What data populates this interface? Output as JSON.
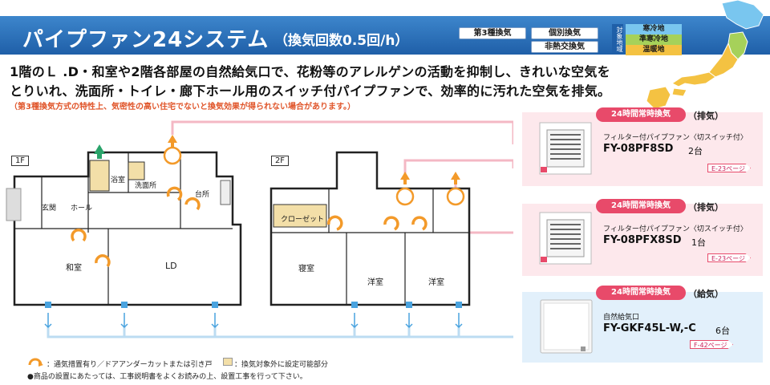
{
  "header": {
    "title": "パイプファン24システム",
    "subtitle": "（換気回数0.5回/h）"
  },
  "tags": {
    "ventilation_type": "第3種換気",
    "individual": "個別換気",
    "non_exchange": "非熱交換気"
  },
  "regions": {
    "label": "対象地域",
    "cold": "寒冷地",
    "semi_cold": "準寒冷地",
    "warm": "温暖地"
  },
  "colors": {
    "header_blue": "#1f5fa8",
    "cold": "#79c6ef",
    "semi_cold": "#a6d15a",
    "warm": "#f4c242",
    "accent_pink": "#e84a6a",
    "airflow_orange": "#f39a2a",
    "room_beige": "#f3dfa8"
  },
  "description": {
    "line1": "1階のＬ .D・和室や2階各部屋の自然給気口で、花粉等のアレルゲンの活動を抑制し、きれいな空気を",
    "line2": "とりいれ、洗面所・トイレ・廊下ホール用のスイッチ付パイプファンで、効率的に汚れた空気を排気。",
    "note": "（第3種換気方式の特性上、気密性の高い住宅でないと換気効果が得られない場合があります。）"
  },
  "floors": {
    "first": "1F",
    "second": "2F"
  },
  "rooms": {
    "bath": "浴室",
    "washroom": "洗面所",
    "kitchen": "台所",
    "entrance": "玄関",
    "hall": "ホール",
    "japanese": "和室",
    "ld": "LD",
    "closet": "クローゼット",
    "bedroom": "寝室",
    "western1": "洋室",
    "western2": "洋室"
  },
  "products": [
    {
      "badge": "24時間常時換気",
      "type": "（排気）",
      "name": "フィルター付パイプファン〈切スイッチ付〉",
      "model": "FY-08PF8SD",
      "qty": "2台",
      "page": "E-23ページ",
      "icon": "pipe-fan-icon"
    },
    {
      "badge": "24時間常時換気",
      "type": "（排気）",
      "name": "フィルター付パイプファン〈切スイッチ付〉",
      "model": "FY-08PFX8SD",
      "qty": "1台",
      "page": "E-23ページ",
      "icon": "pipe-fan-icon"
    },
    {
      "badge": "24時間常時換気",
      "type": "（給気）",
      "name": "自然給気口",
      "model": "FY-GKF45L-W,-C",
      "qty": "6台",
      "page": "F-42ページ",
      "icon": "air-inlet-icon"
    }
  ],
  "legend": {
    "arrow_text": "：通気措置有り／ドアアンダーカットまたは引き戸",
    "box_text": "：換気対象外に設定可能部分",
    "footnote": "●商品の設置にあたっては、工事説明書をよくお読みの上、設置工事を行って下さい。"
  }
}
